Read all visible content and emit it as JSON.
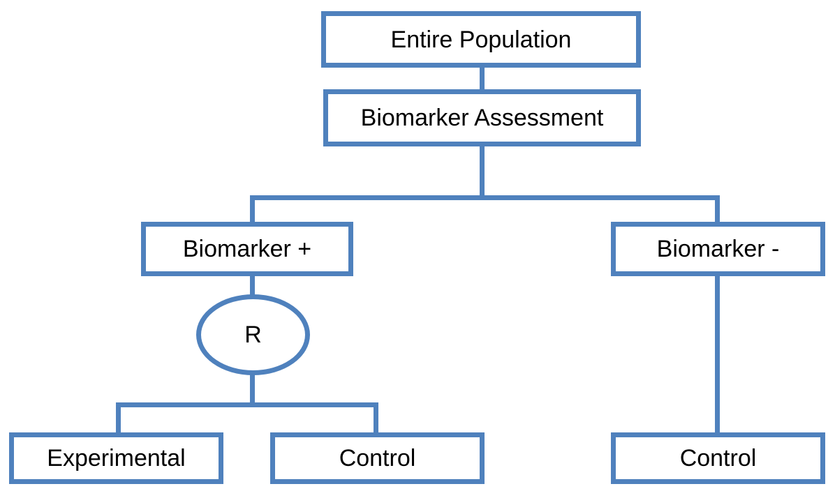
{
  "colors": {
    "line": "#4f81bd",
    "fill": "#ffffff",
    "text": "#000000"
  },
  "nodes": {
    "entire_population": "Entire Population",
    "biomarker_assessment": "Biomarker Assessment",
    "biomarker_positive": "Biomarker +",
    "biomarker_negative": "Biomarker -",
    "randomization": "R",
    "experimental": "Experimental",
    "control_positive": "Control",
    "control_negative": "Control"
  }
}
